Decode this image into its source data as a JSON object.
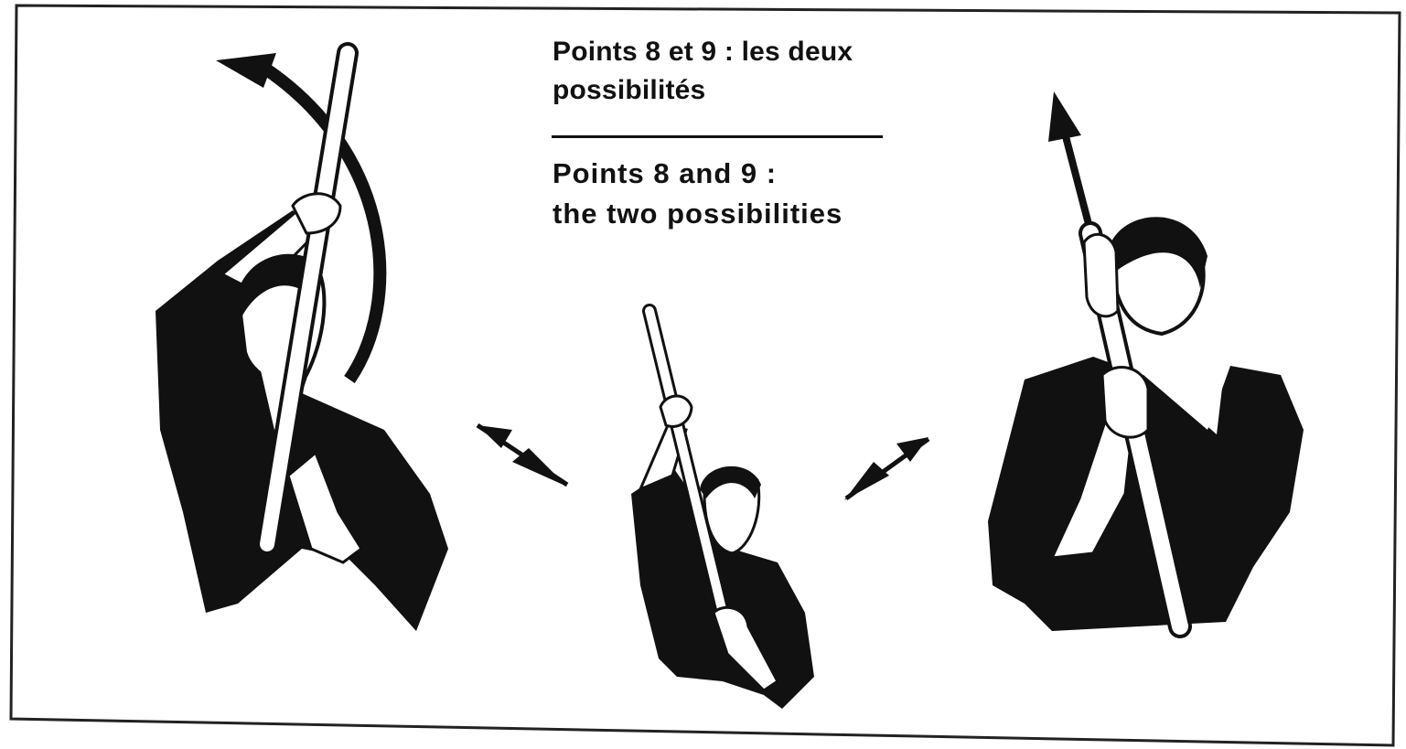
{
  "captions": {
    "fr_line1": "Points 8 et 9 : les deux",
    "fr_line2": "possibilités",
    "en_line1": "Points 8 and 9 :",
    "en_line2": "the two possibilities"
  },
  "colors": {
    "ink": "#111111",
    "paper": "#ffffff",
    "skin": "#ffffff"
  },
  "figures": [
    {
      "id": "left",
      "description_icon": "person-raising-staff-overhead-icon"
    },
    {
      "id": "center",
      "description_icon": "person-holding-staff-diagonal-icon"
    },
    {
      "id": "right",
      "description_icon": "person-holding-staff-vertical-icon"
    }
  ]
}
